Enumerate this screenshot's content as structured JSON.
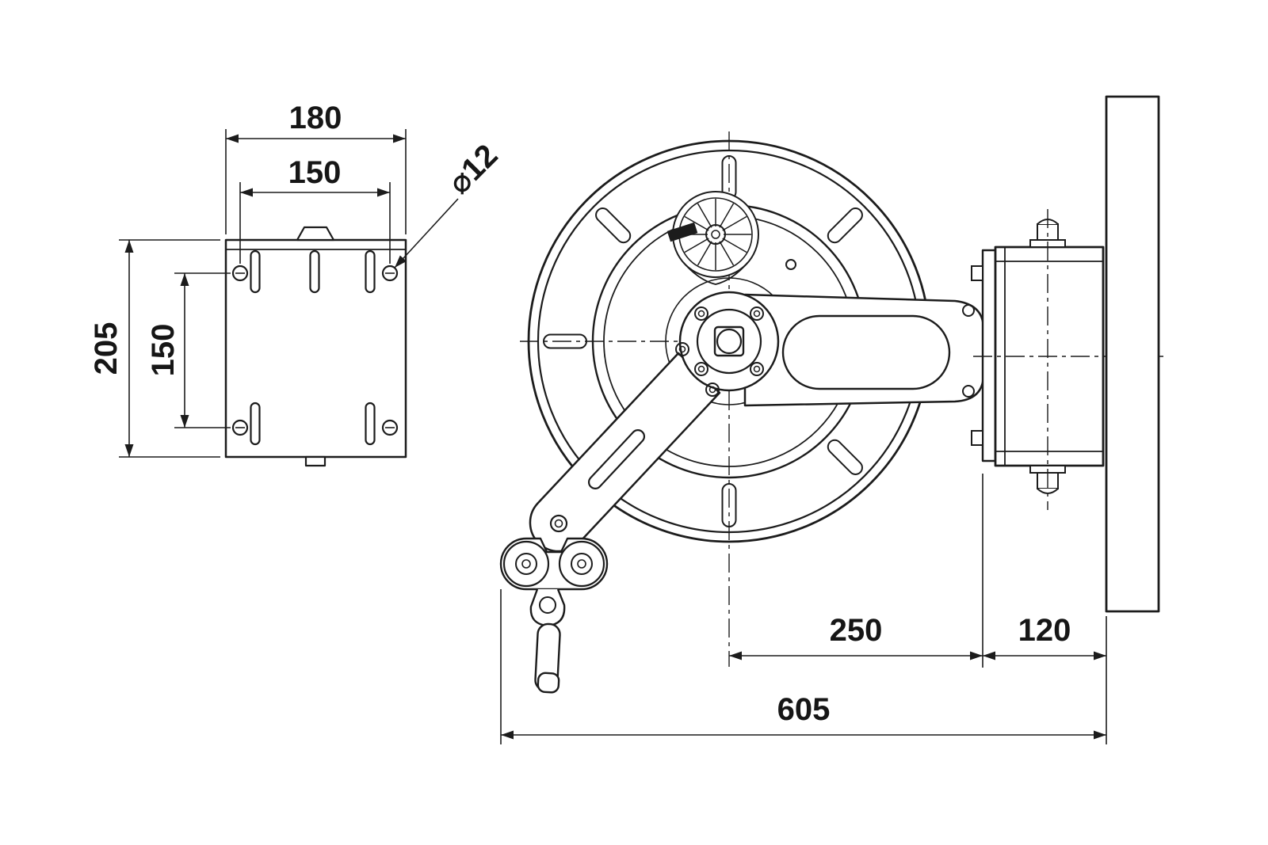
{
  "page": {
    "background": "#ffffff",
    "line_color": "#1c1c1c"
  },
  "views": {
    "bracket_front": {
      "name": "mounting bracket front view",
      "dims": {
        "width_outer": "180",
        "width_holes": "150",
        "height_outer": "205",
        "height_holes": "150",
        "hole_diameter": "⌀12"
      }
    },
    "reel_side": {
      "name": "hose reel side view",
      "dims": {
        "center_to_bracket": "250",
        "bracket_depth": "120",
        "overall_depth": "605"
      }
    }
  }
}
